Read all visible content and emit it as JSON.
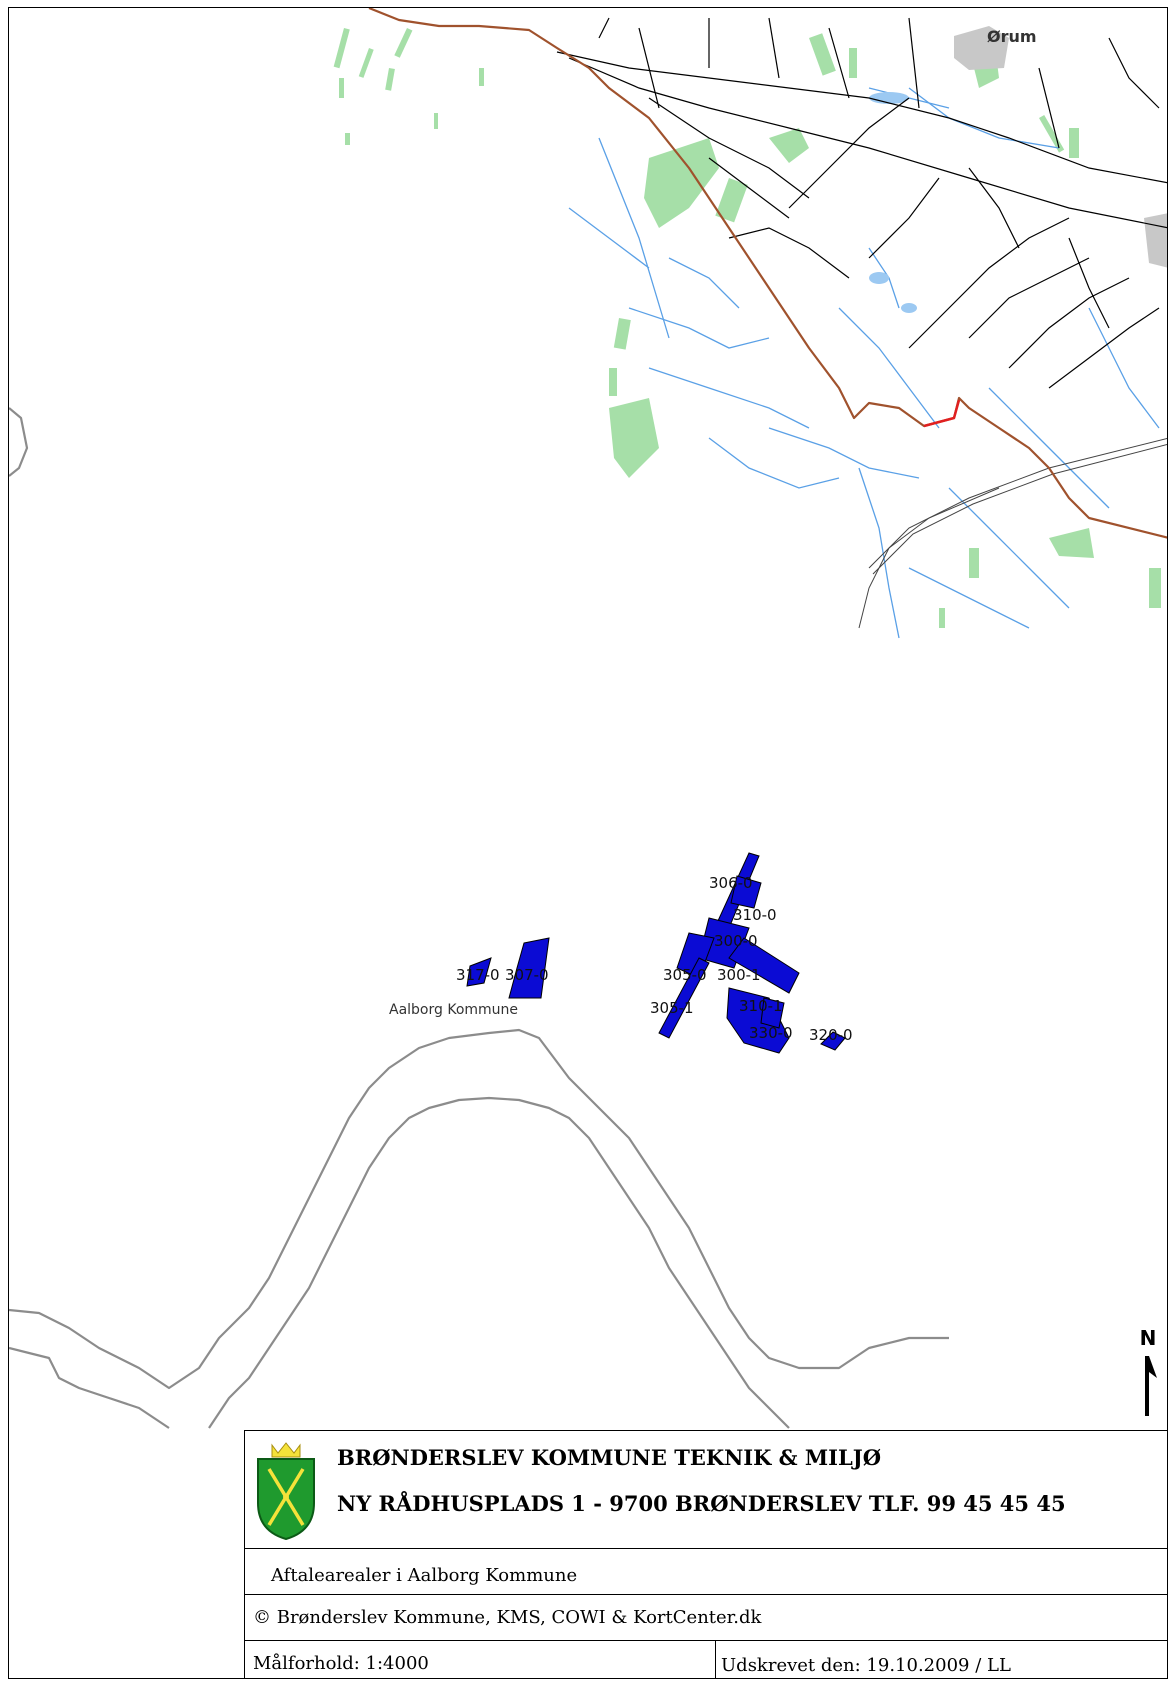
{
  "map": {
    "place_labels": {
      "orum": "Ørum",
      "aalborg_kommune": "Aalborg Kommune"
    },
    "plot_labels": [
      "306-0",
      "310-0",
      "300-0",
      "305-0",
      "300-1",
      "305-1",
      "317-0",
      "307-0",
      "320-0",
      "330-0",
      "310-1"
    ],
    "north_arrow": "N",
    "colors": {
      "plots": "#0b0bd4",
      "green_areas": "#a6dfa8",
      "water": "#5aa0e6",
      "roads": "#000000",
      "municipal_border": "#a0522d",
      "coastline": "#8c8c8c",
      "urban": "#c8c8c8"
    }
  },
  "titlebox": {
    "org_line1": "BRØNDERSLEV KOMMUNE TEKNIK & MILJØ",
    "org_line2": "NY RÅDHUSPLADS 1  -  9700 BRØNDERSLEV TLF. 99 45 45 45",
    "description": "Aftalearealer i Aalborg Kommune",
    "copyright": "© Brønderslev Kommune, KMS, COWI & KortCenter.dk",
    "scale": "Målforhold: 1:4000",
    "printed": "Udskrevet den: 19.10.2009  / LL",
    "crest_icon": "municipal-crest-icon"
  }
}
